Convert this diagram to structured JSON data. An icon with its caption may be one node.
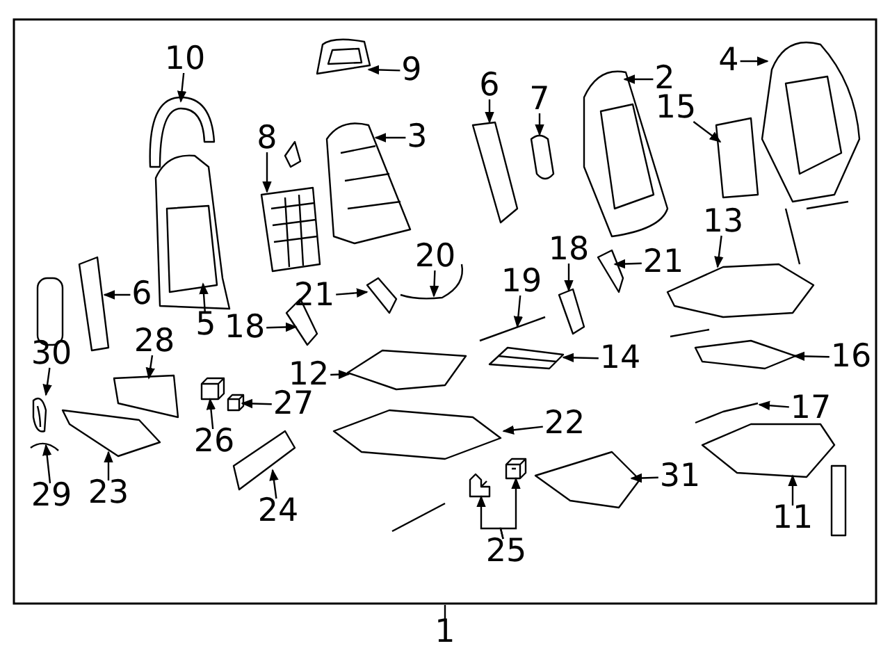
{
  "diagram": {
    "nodes": [
      {
        "text": [
          "10"
        ]
      },
      {
        "text": [
          "9"
        ]
      },
      {
        "text": [
          "6"
        ]
      },
      {
        "text": [
          "7"
        ]
      },
      {
        "text": [
          "2"
        ]
      },
      {
        "text": [
          "4"
        ]
      },
      {
        "text": [
          "3"
        ]
      },
      {
        "text": [
          "15"
        ]
      },
      {
        "text": [
          "8"
        ]
      },
      {
        "text": [
          "20"
        ]
      },
      {
        "text": [
          "13"
        ]
      },
      {
        "text": [
          "18"
        ]
      },
      {
        "text": [
          "21"
        ]
      },
      {
        "text": [
          "6"
        ]
      },
      {
        "text": [
          "21"
        ]
      },
      {
        "text": [
          "19"
        ]
      },
      {
        "text": [
          "5"
        ]
      },
      {
        "text": [
          "18"
        ]
      },
      {
        "text": [
          "28"
        ]
      },
      {
        "text": [
          "30"
        ]
      },
      {
        "text": [
          "14"
        ]
      },
      {
        "text": [
          "12"
        ]
      },
      {
        "text": [
          "16"
        ]
      },
      {
        "text": [
          "27"
        ]
      },
      {
        "text": [
          "17"
        ]
      },
      {
        "text": [
          "26"
        ]
      },
      {
        "text": [
          "22"
        ]
      },
      {
        "text": [
          "23"
        ]
      },
      {
        "text": [
          "29"
        ]
      },
      {
        "text": [
          "31"
        ]
      },
      {
        "text": [
          "11"
        ]
      },
      {
        "text": [
          "24"
        ]
      },
      {
        "text": [
          "25"
        ]
      },
      {
        "text": [
          "1"
        ]
      },
      {
        "text": [],
        "shape": "picture"
      },
      {
        "text": [],
        "shape": "picture"
      },
      {
        "text": [],
        "shape": "picture"
      },
      {
        "text": [],
        "shape": "picture"
      },
      {
        "text": [],
        "shape": "picture"
      },
      {
        "text": [],
        "shape": "picture"
      },
      {
        "text": [],
        "shape": "picture"
      },
      {
        "text": [],
        "shape": "picture"
      },
      {
        "text": [],
        "shape": "picture"
      },
      {
        "text": [],
        "shape": "picture"
      },
      {
        "text": [],
        "shape": "picture"
      },
      {
        "text": [],
        "shape": "picture"
      },
      {
        "text": [],
        "shape": "picture"
      },
      {
        "text": [],
        "shape": "picture"
      },
      {
        "text": [],
        "shape": "picture"
      },
      {
        "text": [],
        "shape": "picture"
      },
      {
        "text": [],
        "shape": "picture"
      },
      {
        "text": [],
        "shape": "picture"
      },
      {
        "text": [],
        "shape": "picture"
      },
      {
        "text": [],
        "shape": "picture"
      },
      {
        "text": [],
        "shape": "picture"
      },
      {
        "text": [],
        "shape": "picture"
      },
      {
        "text": [],
        "shape": "picture"
      },
      {
        "text": [],
        "shape": "picture"
      },
      {
        "text": [],
        "shape": "picture"
      },
      {
        "text": [],
        "shape": "picture"
      },
      {
        "text": [],
        "shape": "picture"
      },
      {
        "text": [],
        "shape": "picture"
      },
      {
        "text": [],
        "shape": "picture"
      },
      {
        "text": [],
        "shape": "picture"
      },
      {
        "text": [],
        "shape": "picture"
      },
      {
        "text": [],
        "shape": "picture"
      },
      {
        "text": [],
        "shape": "picture"
      },
      {
        "text": [],
        "shape": "picture"
      }
    ],
    "edges": [
      {
        "from": 0,
        "to": 34,
        "arrow": "to"
      },
      {
        "from": 1,
        "to": 35,
        "arrow": "to"
      },
      {
        "from": 2,
        "to": 36,
        "arrow": "to"
      },
      {
        "from": 3,
        "to": 37,
        "arrow": "to"
      },
      {
        "from": 4,
        "to": 38,
        "arrow": "to"
      },
      {
        "from": 5,
        "to": 39,
        "arrow": "to"
      },
      {
        "from": 6,
        "to": 40,
        "arrow": "to"
      },
      {
        "from": 7,
        "to": 41,
        "arrow": "to"
      },
      {
        "from": 8,
        "to": 42,
        "arrow": "to"
      },
      {
        "from": 9,
        "to": 43,
        "arrow": "to"
      },
      {
        "from": 10,
        "to": 44,
        "arrow": "to"
      },
      {
        "from": 11,
        "to": 45,
        "arrow": "to"
      },
      {
        "from": 12,
        "to": 46,
        "arrow": "to"
      },
      {
        "from": 13,
        "to": 47,
        "arrow": "to"
      },
      {
        "from": 14,
        "to": 48,
        "arrow": "to"
      },
      {
        "from": 15,
        "to": 49,
        "arrow": "to"
      },
      {
        "from": 16,
        "to": 50,
        "arrow": "to"
      },
      {
        "from": 17,
        "to": 51,
        "arrow": "to"
      },
      {
        "from": 18,
        "to": 52,
        "arrow": "to"
      },
      {
        "from": 19,
        "to": 53,
        "arrow": "to"
      },
      {
        "from": 20,
        "to": 54,
        "arrow": "to"
      },
      {
        "from": 21,
        "to": 55,
        "arrow": "to"
      },
      {
        "from": 22,
        "to": 56,
        "arrow": "to"
      },
      {
        "from": 23,
        "to": 57,
        "arrow": "to"
      },
      {
        "from": 24,
        "to": 58,
        "arrow": "to"
      },
      {
        "from": 25,
        "to": 59,
        "arrow": "to"
      },
      {
        "from": 26,
        "to": 60,
        "arrow": "to"
      },
      {
        "from": 27,
        "to": 61,
        "arrow": "to"
      },
      {
        "from": 28,
        "to": 62,
        "arrow": "to"
      },
      {
        "from": 29,
        "to": 63,
        "arrow": "to"
      },
      {
        "from": 30,
        "to": 64,
        "arrow": "to"
      },
      {
        "from": 31,
        "to": 65,
        "arrow": "to"
      },
      {
        "from": 32,
        "to": 66,
        "arrow": "to"
      },
      {
        "from": 32,
        "to": 67,
        "arrow": "to"
      },
      {
        "from": 33,
        "to": null,
        "arrow": "none"
      }
    ]
  }
}
